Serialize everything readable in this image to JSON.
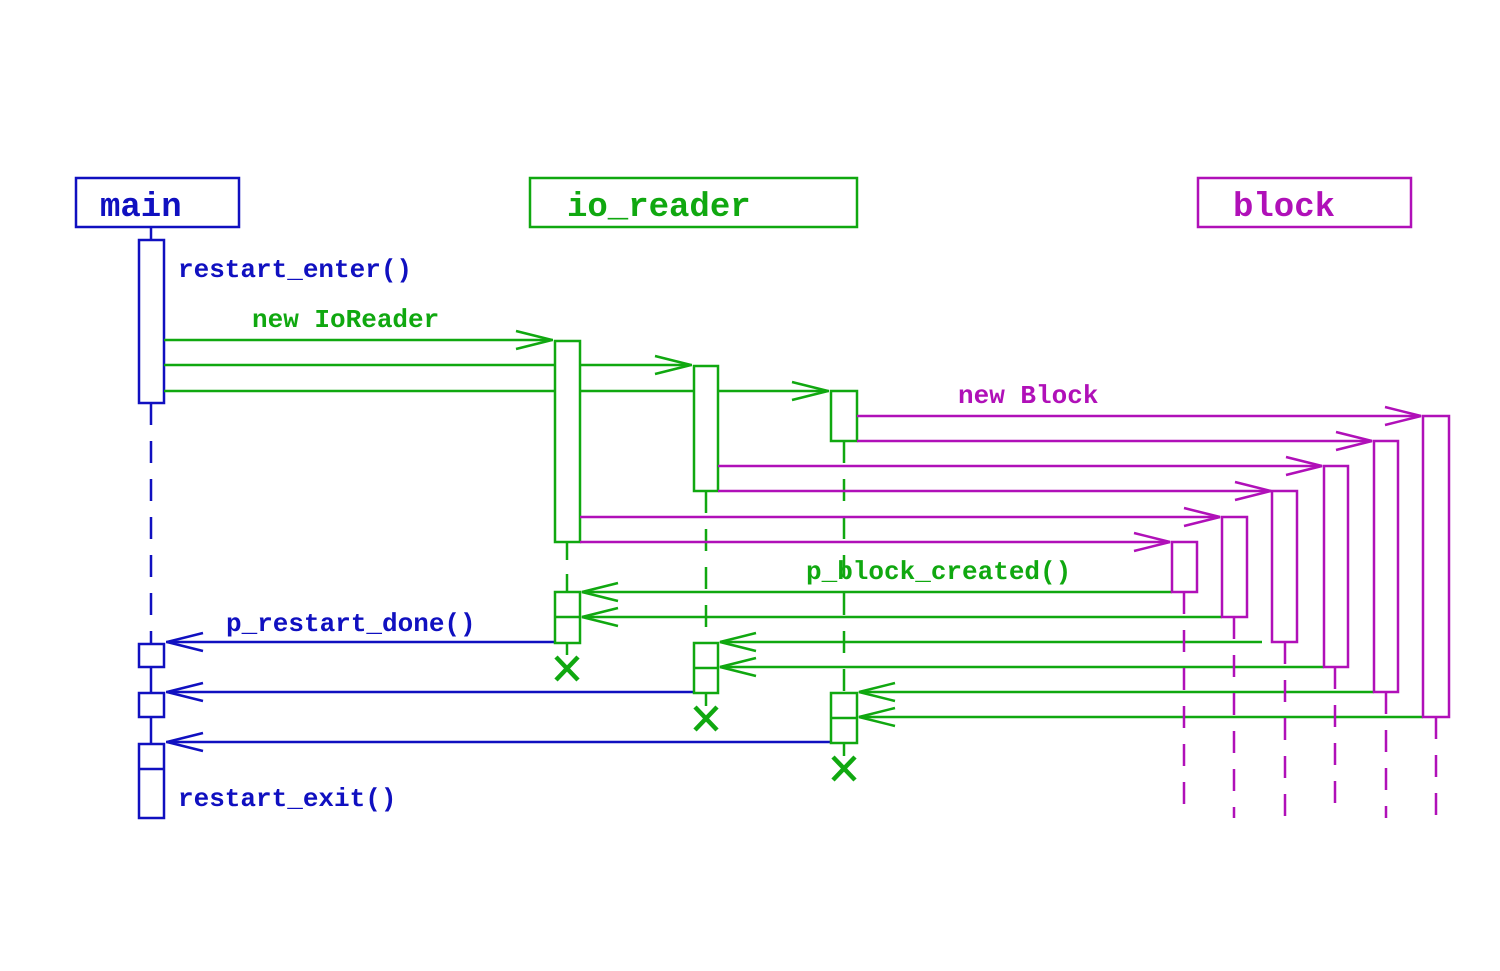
{
  "colors": {
    "main": "#1010c0",
    "io_reader": "#10a810",
    "block": "#b010b8",
    "background": "#ffffff"
  },
  "participants": {
    "main": "main",
    "io_reader": "io_reader",
    "block": "block"
  },
  "messages": {
    "restart_enter": "restart_enter()",
    "new_ioreader": "new IoReader",
    "new_block": "new Block",
    "p_block_created": "p_block_created()",
    "p_restart_done": "p_restart_done()",
    "restart_exit": "restart_exit()"
  }
}
